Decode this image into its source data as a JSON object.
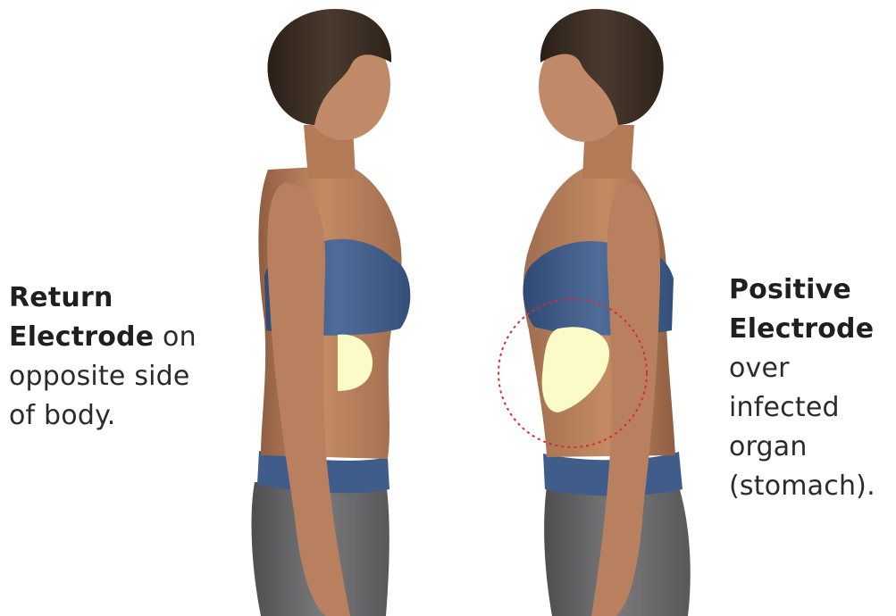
{
  "left_label": {
    "title_line1": "Return",
    "title_line2": "Electrode",
    "rest_line2": " on",
    "rest_line3": "opposite side",
    "rest_line4": "of body."
  },
  "right_label": {
    "title_line1": "Positive",
    "title_line2": "Electrode",
    "rest_line3": "over",
    "rest_line4": "infected",
    "rest_line5": "organ",
    "rest_line6": "(stomach)."
  },
  "colors": {
    "skin": "#c48a64",
    "skin_shadow": "#9c6a4c",
    "hair": "#3a2c22",
    "top": "#4a6590",
    "shorts": "#6f6f70",
    "electrode_pad": "#fbfbc8",
    "target_circle": "#d32f2f"
  }
}
